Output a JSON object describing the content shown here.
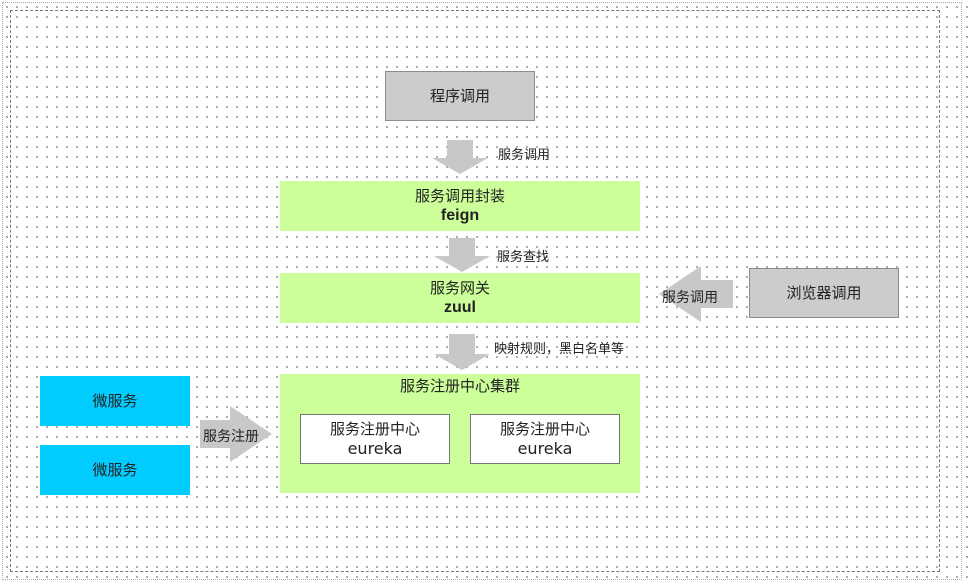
{
  "top_box": {
    "text": "程序调用"
  },
  "arrow1_label": "服务调用",
  "feign_box": {
    "title": "服务调用封装",
    "subtitle": "feign"
  },
  "arrow2_label": "服务查找",
  "zuul_box": {
    "title": "服务网关",
    "subtitle": "zuul"
  },
  "arrow3_label": "映射规则，黑白名单等",
  "cluster": {
    "title": "服务注册中心集群",
    "nodes": [
      {
        "title": "服务注册中心",
        "subtitle": "eureka"
      },
      {
        "title": "服务注册中心",
        "subtitle": "eureka"
      }
    ]
  },
  "micro_services": [
    "微服务",
    "微服务"
  ],
  "register_label": "服务注册",
  "browser_box": {
    "text": "浏览器调用"
  },
  "browser_arrow_label": "服务调用",
  "colors": {
    "grey_box": "#cccccc",
    "green_box": "#ccff99",
    "blue_box": "#00ccff",
    "arrow": "#c8c8c8"
  }
}
